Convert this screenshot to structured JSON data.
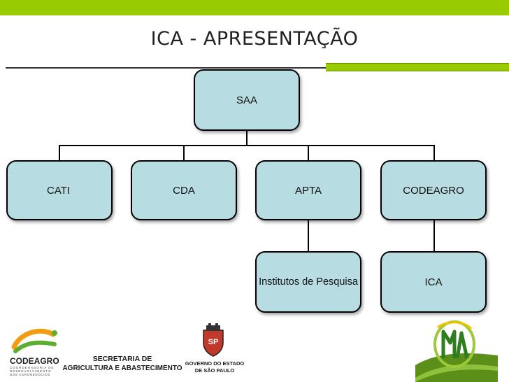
{
  "slide": {
    "title": "ICA - APRESENTAÇÃO"
  },
  "org_chart": {
    "root": "SAA",
    "level2": [
      "CATI",
      "CDA",
      "APTA",
      "CODEAGRO"
    ],
    "level3": {
      "under_apta": "Institutos de Pesquisa",
      "under_codeagro": "ICA"
    }
  },
  "footer": {
    "codeagro_name": "CODEAGRO",
    "codeagro_subtitle_lines": [
      "COORDENADORIA DE",
      "DESENVOLVIMENTO",
      "DOS AGRONEGÓCIOS"
    ],
    "secretaria_line1": "SECRETARIA DE",
    "secretaria_line2": "AGRICULTURA E ABASTECIMENTO",
    "governo_line1": "GOVERNO DO ESTADO",
    "governo_line2": "DE SÃO PAULO",
    "crest_letters": "SP"
  },
  "colors": {
    "accent_green": "#99cc00",
    "box_fill": "#b7dde3",
    "codeagro_orange": "#f39c12"
  }
}
